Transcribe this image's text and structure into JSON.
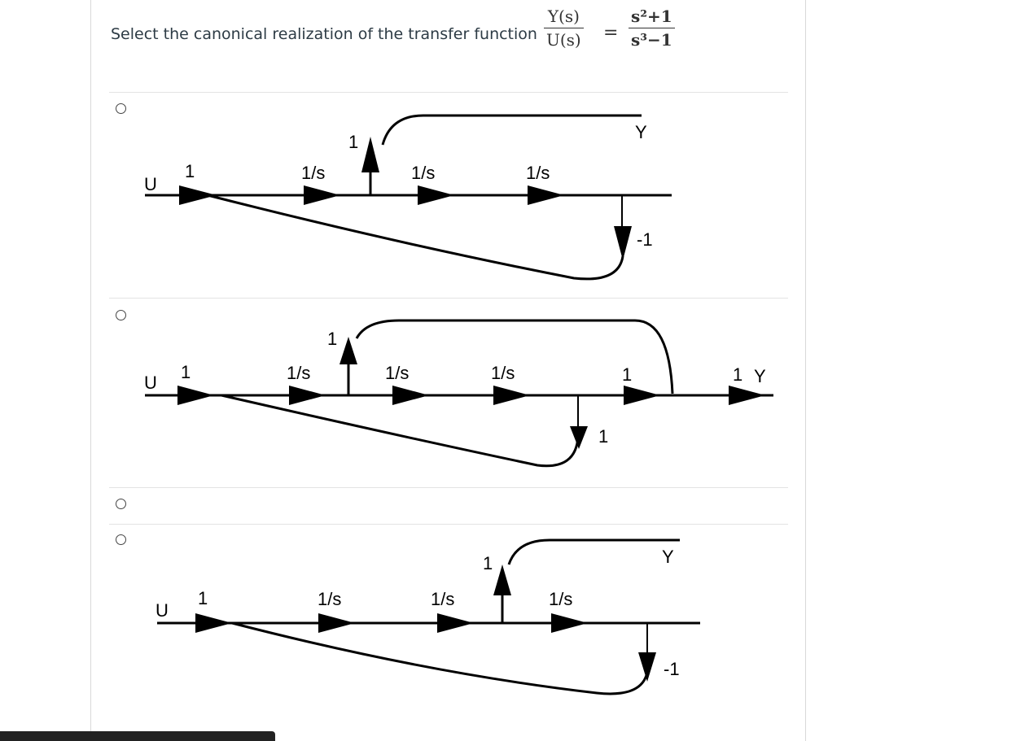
{
  "question": {
    "prompt_text": "Select the canonical realization of the transfer function",
    "tf_lhs_num": "Y(s)",
    "tf_lhs_den": "U(s)",
    "tf_equals": "=",
    "tf_rhs_num": "s²+1",
    "tf_rhs_den": "s³−1"
  },
  "options": [
    {
      "labels": {
        "u": "U",
        "y": "Y",
        "g_in": "1",
        "g1": "1/s",
        "g2": "1/s",
        "g3": "1/s",
        "g_fwd": "1",
        "g_fb": "-1"
      }
    },
    {
      "labels": {
        "u": "U",
        "y": "Y",
        "g_in": "1",
        "g1": "1/s",
        "g2": "1/s",
        "g3": "1/s",
        "g_fwd": "1",
        "g_fb": "1",
        "g_out1": "1",
        "g_out2": "1"
      }
    },
    {
      "labels": {}
    },
    {
      "labels": {
        "u": "U",
        "y": "Y",
        "g_in": "1",
        "g1": "1/s",
        "g2": "1/s",
        "g3": "1/s",
        "g_fwd": "1",
        "g_fb": "-1"
      }
    }
  ]
}
